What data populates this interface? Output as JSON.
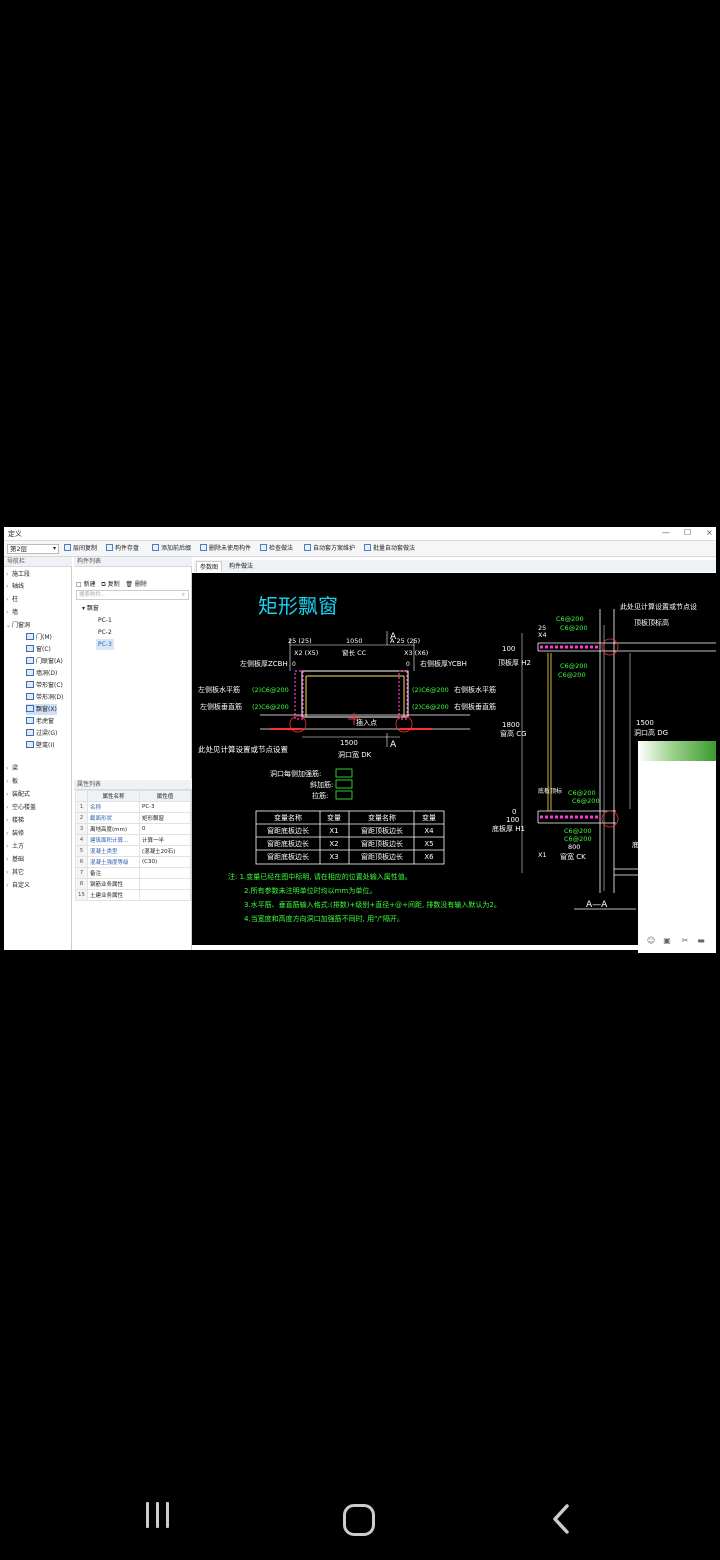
{
  "window": {
    "title": "定义",
    "controls": [
      "—",
      "☐",
      "×"
    ]
  },
  "toolbar": {
    "floor": "第2层",
    "items": [
      "层间复制",
      "构件存盘",
      "添加前后缀",
      "删除未使用构件",
      "检查做法",
      "自动套方案维护",
      "批量自动套做法"
    ]
  },
  "nav": {
    "header": "导航栏",
    "items": [
      {
        "label": "施工段",
        "expanded": false
      },
      {
        "label": "轴线",
        "expanded": false
      },
      {
        "label": "柱",
        "expanded": false
      },
      {
        "label": "墙",
        "expanded": false
      },
      {
        "label": "门窗洞",
        "expanded": true
      }
    ],
    "sub_items": [
      "门(M)",
      "窗(C)",
      "门联窗(A)",
      "墙洞(D)",
      "带形窗(C)",
      "带形洞(D)",
      "飘窗(X)",
      "老虎窗",
      "过梁(G)",
      "壁龛(I)"
    ],
    "selected_sub": "飘窗(X)",
    "items_after": [
      "梁",
      "板",
      "装配式",
      "空心楼盖",
      "楼梯",
      "装修",
      "土方",
      "基础",
      "其它",
      "自定义"
    ]
  },
  "components": {
    "header": "构件列表",
    "new_label": "新建",
    "copy_label": "复制",
    "delete_label": "删除",
    "search_placeholder": "搜索构件...",
    "group": "飘窗",
    "items": [
      "PC-1",
      "PC-2",
      "PC-3"
    ],
    "selected": "PC-3"
  },
  "properties": {
    "header": "属性列表",
    "col_name": "属性名称",
    "col_value": "属性值",
    "rows": [
      {
        "n": "1",
        "k": "名称",
        "v": "PC-3",
        "blue": true
      },
      {
        "n": "2",
        "k": "截面形状",
        "v": "矩形飘窗",
        "blue": true
      },
      {
        "n": "3",
        "k": "离地高度(mm)",
        "v": "0",
        "blue": false
      },
      {
        "n": "4",
        "k": "建筑面积计算...",
        "v": "计算一半",
        "blue": true
      },
      {
        "n": "5",
        "k": "混凝土类型",
        "v": "(混凝土20石)",
        "blue": true
      },
      {
        "n": "6",
        "k": "混凝土强度等级",
        "v": "(C30)",
        "blue": true
      },
      {
        "n": "7",
        "k": "备注",
        "v": "",
        "blue": false
      },
      {
        "n": "8",
        "k": "钢筋业务属性",
        "v": "",
        "blue": false
      },
      {
        "n": "15",
        "k": "土建业务属性",
        "v": "",
        "blue": false
      }
    ]
  },
  "tabs": [
    "参数图",
    "构件做法"
  ],
  "drawing": {
    "title": "矩形飘窗",
    "section_label": "A",
    "dim_25_left": "25 (25)",
    "dim_1050": "1050",
    "dim_25_right": "A 25 (25)",
    "x2x5": "X2 (X5)",
    "window_length": "窗长 CC",
    "x3x6": "X3 (X6)",
    "left_board": "左侧板厚ZCBH",
    "right_board": "右侧板厚YCBH",
    "left_horiz": "左侧板水平筋",
    "left_horiz_val": "(2)C6@200",
    "right_horiz_val": "(2)C6@200",
    "right_horiz": "右侧板水平筋",
    "left_vert": "左侧板垂直筋",
    "left_vert_val": "(2)C6@200",
    "right_vert_val": "(2)C6@200",
    "right_vert": "右侧板垂直筋",
    "insert_point": "插入点",
    "dim_1500": "1500",
    "opening_width": "洞口宽 DK",
    "set_here": "此处见计算设置或节点设置",
    "extra_bars": "洞口每侧加强筋:",
    "diag_bars": "斜加筋:",
    "tie_bars": "拉筋:",
    "zero_left": "0",
    "zero_right": "0",
    "table_headers": [
      "变量名称",
      "变量",
      "变量名称",
      "变量"
    ],
    "table_rows": [
      [
        "窗距底板边长",
        "X1",
        "窗距顶板边长",
        "X4"
      ],
      [
        "窗距底板边长",
        "X2",
        "窗距顶板边长",
        "X5"
      ],
      [
        "窗距底板边长",
        "X3",
        "窗距顶板边长",
        "X6"
      ]
    ],
    "notes": [
      "注: 1.变量已经在图中标明, 请在相应的位置处输入属性值。",
      "2.所有参数未注明单位时均以mm为单位。",
      "3.水平筋、垂直筋输入格式:(排数)+级别+直径+@+间距, 排数没有输入默认为2。",
      "4.当宽度和高度方向洞口加强筋不同时, 用\"/\"隔开。"
    ],
    "sec_top_note": "此处见计算设置或节点设",
    "top_board_top": "顶板顶标高",
    "top_board_thk": "顶板厚 H2",
    "v100_top": "100",
    "x4": "X4",
    "v25": "25",
    "c6_200_1": "C6@200",
    "c6_200_2": "C6@200",
    "c6_200_3": "C6@200",
    "c6_200_4": "C6@200",
    "v1800": "1800",
    "window_h": "窗高 CG",
    "v1500": "1500",
    "opening_h": "洞口高 DG",
    "bottom_top": "底板顶标",
    "bottom_thk": "底板厚 H1",
    "v100_bot": "100",
    "zero_bot": "0",
    "c6_200_5": "C6@200",
    "c6_200_6": "C6@200",
    "c6_200_7": "C6@200",
    "c6_200_8": "C6@200",
    "v800": "800",
    "x1": "X1",
    "window_w": "窗宽 CK",
    "bottom_right": "底",
    "section_name": "A—A"
  }
}
